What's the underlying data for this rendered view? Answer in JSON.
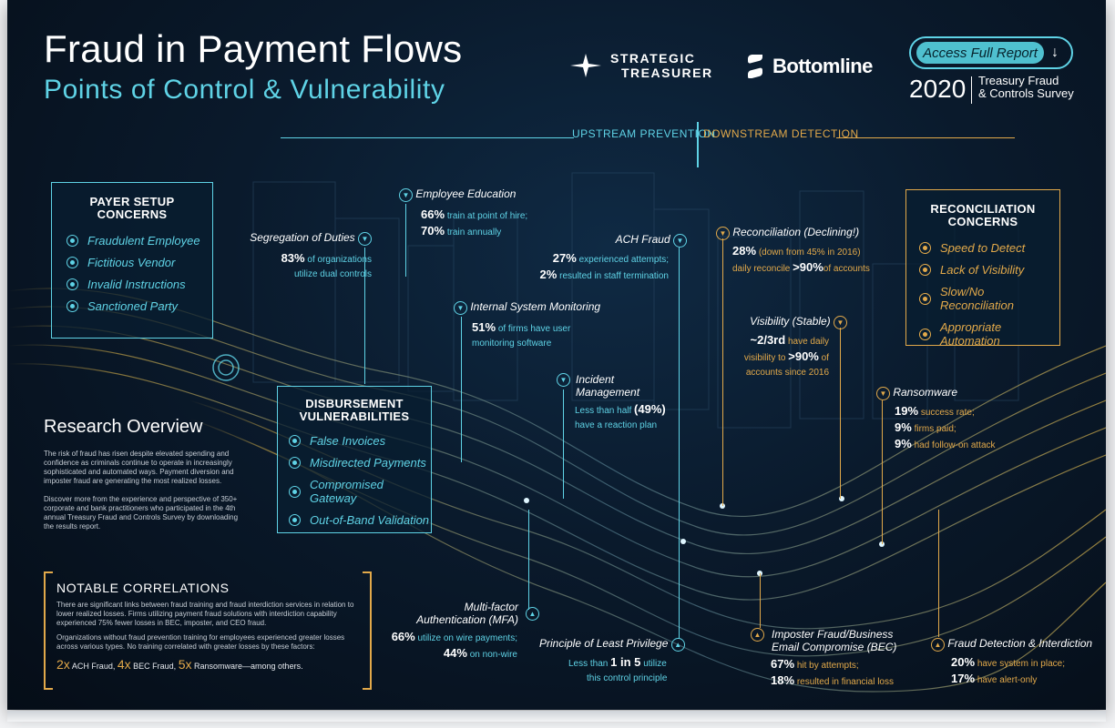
{
  "header": {
    "title": "Fraud in Payment Flows",
    "subtitle": "Points of Control & Vulnerability",
    "logo1_line1": "Strategic",
    "logo1_line2": "Treasurer",
    "logo2": "Bottomline",
    "access_label": "Access Full Report",
    "year": "2020",
    "survey_line1": "Treasury Fraud",
    "survey_line2": "& Controls Survey"
  },
  "flow": {
    "upstream": "UPSTREAM PREVENTION",
    "downstream": "DOWNSTREAM DETECTION"
  },
  "payer": {
    "title_line1": "PAYER SETUP",
    "title_line2": "CONCERNS",
    "items": [
      "Fraudulent Employee",
      "Fictitious Vendor",
      "Invalid Instructions",
      "Sanctioned Party"
    ]
  },
  "disbursement": {
    "title_line1": "DISBURSEMENT",
    "title_line2": "VULNERABILITIES",
    "items": [
      "False Invoices",
      "Misdirected Payments",
      "Compromised Gateway",
      "Out-of-Band Validation"
    ]
  },
  "reconciliation": {
    "title_line1": "RECONCILIATION",
    "title_line2": "CONCERNS",
    "items": [
      "Speed to Detect",
      "Lack of Visibility",
      "Slow/No Reconciliation",
      "Appropriate Automation"
    ]
  },
  "stats": {
    "seg": {
      "title": "Segregation of Duties",
      "v1": "83%",
      "t1": "of organizations",
      "t2": "utilize dual controls"
    },
    "edu": {
      "title": "Employee Education",
      "v1": "66%",
      "t1": "train at point of hire;",
      "v2": "70%",
      "t2": "train annually"
    },
    "ism": {
      "title": "Internal System Monitoring",
      "v1": "51%",
      "t1": "of firms have user",
      "t2": "monitoring software"
    },
    "incident": {
      "title1": "Incident",
      "title2": "Management",
      "t1": "Less than half",
      "v1": "(49%)",
      "t2": "have a reaction plan"
    },
    "ach": {
      "title": "ACH Fraud",
      "v1": "27%",
      "t1": "experienced attempts;",
      "v2": "2%",
      "t2": "resulted in staff termination"
    },
    "recon": {
      "title": "Reconciliation (Declining!)",
      "v1": "28%",
      "t1": "(down from 45% in 2016)",
      "t2": "daily reconcile",
      "v2": ">90%",
      "t3": "of accounts"
    },
    "vis": {
      "title": "Visibility (Stable)",
      "v1": "~2/3rd",
      "t1": "have daily",
      "t2": "visibility to",
      "v2": ">90%",
      "t3": "of",
      "t4": "accounts since 2016"
    },
    "ransom": {
      "title": "Ransomware",
      "v1": "19%",
      "t1": "success rate;",
      "v2": "9%",
      "t2": "firms paid;",
      "v3": "9%",
      "t3": "had follow-on attack"
    },
    "mfa": {
      "title1": "Multi-factor",
      "title2": "Authentication (MFA)",
      "v1": "66%",
      "t1": "utilize on wire payments;",
      "v2": "44%",
      "t2": "on non-wire"
    },
    "plp": {
      "title": "Principle of Least Privilege",
      "t1": "Less than",
      "v1": "1 in 5",
      "t2": "utilize",
      "t3": "this control principle"
    },
    "bec": {
      "title1": "Imposter Fraud/Business",
      "title2": "Email Compromise (BEC)",
      "v1": "67%",
      "t1": "hit by attempts;",
      "v2": "18%",
      "t2": "resulted in financial loss"
    },
    "fdi": {
      "title": "Fraud Detection & Interdiction",
      "v1": "20%",
      "t1": "have system in place;",
      "v2": "17%",
      "t2": "have alert-only"
    }
  },
  "research": {
    "title": "Research Overview",
    "p1": "The risk of fraud has risen despite elevated spending and confidence as criminals continue to operate in increasingly sophisticated and automated ways. Payment diversion and imposter fraud are generating the most realized losses.",
    "p2": "Discover more from the experience and perspective of 350+ corporate and bank practitioners who participated in the 4th annual Treasury Fraud and Controls Survey by downloading the results report."
  },
  "notable": {
    "title": "NOTABLE CORRELATIONS",
    "p1": "There are significant links between fraud training and fraud interdiction services in relation to lower realized losses. Firms utilizing payment fraud solutions with interdiction capability experienced 75% fewer losses in BEC, imposter, and CEO fraud.",
    "p2": "Organizations without fraud prevention training for employees experienced greater losses across various types. No training correlated with greater losses by these factors:",
    "m1": "2x",
    "l1": "ACH Fraud,",
    "m2": "4x",
    "l2": "BEC Fraud,",
    "m3": "5x",
    "l3": "Ransomware—among others."
  },
  "colors": {
    "cyan": "#5fd3e6",
    "gold": "#e2a94a"
  },
  "icons": {
    "payer": "concern-dot-icon",
    "stat_down": "chevron-down-icon",
    "stat_up": "chevron-up-icon"
  }
}
